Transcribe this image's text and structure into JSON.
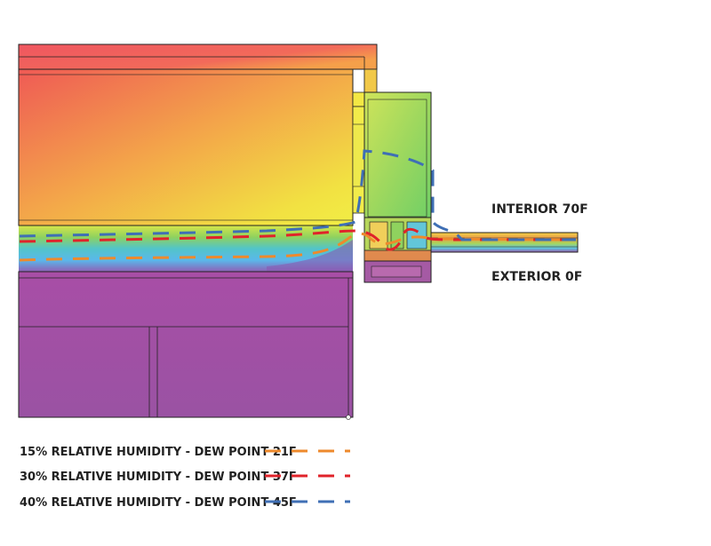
{
  "labels": {
    "interior": "INTERIOR 70F",
    "exterior": "EXTERIOR 0F"
  },
  "legend": [
    {
      "text": "15% RELATIVE HUMIDITY - DEW POINT 21F",
      "color": "#ee8a2c"
    },
    {
      "text": "30% RELATIVE HUMIDITY - DEW POINT 37F",
      "color": "#e0232a"
    },
    {
      "text": "40% RELATIVE HUMIDITY - DEW POINT 45F",
      "color": "#3f6fb5"
    }
  ],
  "colors": {
    "hot": "#ef5a55",
    "warm": "#f3a84a",
    "mild": "#f2e442",
    "green": "#8fd35a",
    "cold": "#55c4e8",
    "coldest": "#9b4fa4",
    "outline": "#222222"
  }
}
